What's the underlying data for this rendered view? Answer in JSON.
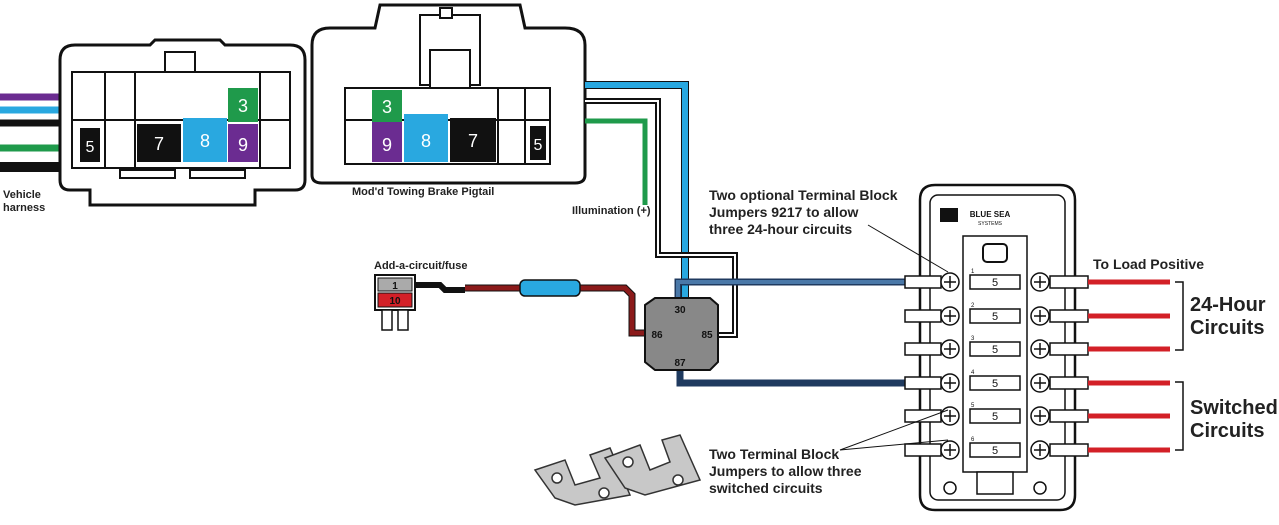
{
  "colors": {
    "purple": "#6b2c91",
    "blue": "#29a8e0",
    "green": "#1f9a4b",
    "black": "#111111",
    "red": "#d32027",
    "dark_red": "#8b1a1a",
    "navy": "#1f3a5f",
    "steel_blue": "#4a78a8",
    "relay_gray": "#888888"
  },
  "vehicle_connector": {
    "label_line1": "Vehicle",
    "label_line2": "harness",
    "pins": [
      "5",
      "7",
      "8",
      "3",
      "9"
    ]
  },
  "pigtail_connector": {
    "label": "Mod'd Towing Brake Pigtail",
    "pins": [
      "3",
      "9",
      "8",
      "7",
      "5"
    ]
  },
  "illumination_label": "Illumination (+)",
  "add_a_circuit": {
    "label": "Add-a-circuit/fuse",
    "fuse_top": "1",
    "fuse_bottom": "10"
  },
  "relay": {
    "pin_30": "30",
    "pin_86": "86",
    "pin_85": "85",
    "pin_87": "87"
  },
  "fuse_block": {
    "brand": "BLUE SEA",
    "brand_sub": "SYSTEMS",
    "fuses": [
      "5",
      "5",
      "5",
      "5",
      "5",
      "5"
    ],
    "positions": [
      "1",
      "2",
      "3",
      "4",
      "5",
      "6"
    ]
  },
  "notes": {
    "optional_jumpers": [
      "Two optional Terminal Block",
      "Jumpers 9217 to allow",
      "three 24-hour circuits"
    ],
    "switched_jumpers": [
      "Two Terminal Block",
      "Jumpers to allow three",
      "switched circuits"
    ]
  },
  "load_positive": "To Load Positive",
  "group_24h": [
    "24-Hour",
    "Circuits"
  ],
  "group_switched": [
    "Switched",
    "Circuits"
  ]
}
